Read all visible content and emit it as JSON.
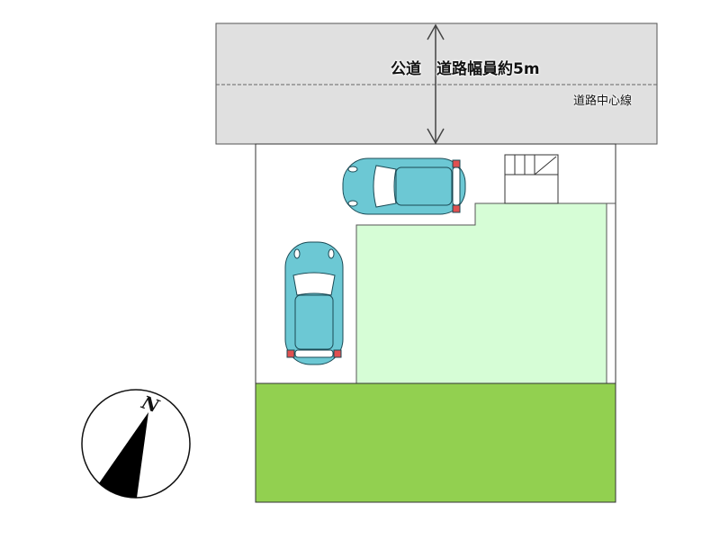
{
  "road": {
    "title": "公道　道路幅員約5m",
    "center_line_label": "道路中心線"
  },
  "compass": {
    "north_label": "N"
  },
  "colors": {
    "road": "#e0e0e0",
    "garden": "#d6fdd6",
    "lawn": "#92d050",
    "car": "#6cc8d4",
    "tail_light": "#e05050"
  }
}
